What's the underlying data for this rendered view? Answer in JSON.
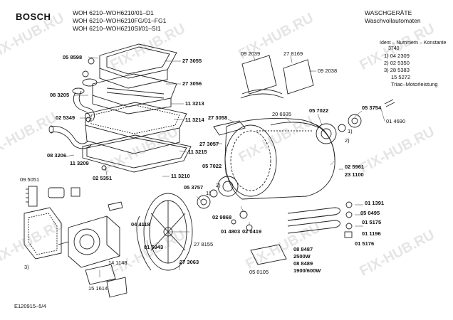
{
  "header": {
    "brand": "BOSCH",
    "models": [
      "WOH 6210–WOH6210/01–D1",
      "WOH 6210–WOH6210FG/01–FG1",
      "WOH 6210–WOH6210SI/01–SI1"
    ],
    "category": "WASCHGERÄTE",
    "subcategory": "Waschvollautomaten"
  },
  "legend": {
    "title": "Ident – Nummern – Konstante",
    "code": "3740",
    "items": [
      "1) 04 2309",
      "2) 02 5350",
      "3) 28 5383",
      "15 5272",
      "Triac–Motorleistung"
    ]
  },
  "parts": {
    "p273055": "27 3055",
    "p058598": "05 8598",
    "p273056": "27 3056",
    "p083205": "08 3205",
    "p113213": "11 3213",
    "p025349": "02 5349",
    "p113214": "11 3214",
    "p083206": "08 3206",
    "p113209": "11 3209",
    "p113215": "11 3215",
    "p025351": "02 5351",
    "p113210": "11 3210",
    "p095051": "09 5051",
    "p092039": "09 2039",
    "p278169": "27 8169",
    "p092038": "09 2038",
    "p273058": "27 3058",
    "p206935": "20 6935",
    "p057022a": "05 7022",
    "p053754": "05 3754",
    "p014690": "01 4690",
    "p273057": "27 3057",
    "p057022b": "05 7022",
    "p025961": "02 5961",
    "p231100": "23 1100",
    "p053757": "05 3757",
    "p029868": "02 9868",
    "p044118": "04 4118",
    "p015943": "01 5943",
    "p278155": "27 8155",
    "p014803": "01 4803",
    "p020419": "02 0419",
    "p141148": "14 1148",
    "p273063": "27 3063",
    "p151614": "15 1614",
    "p050105": "05 0105",
    "p011391": "01 1391",
    "p050495": "05 0495",
    "p015175": "01 5175",
    "p011196": "01 1196",
    "p015176": "01 5176",
    "p088487": "08 8487",
    "w2500": "2500W",
    "p088489": "08 8489",
    "w1900": "1900/600W"
  },
  "refs": {
    "r1a": "1)",
    "r2a": "2)",
    "r1b": "1)",
    "r2b": "2)",
    "r3": "3)"
  },
  "footer": {
    "code": "E120915–5/4"
  },
  "watermark": "FIX-HUB.RU"
}
